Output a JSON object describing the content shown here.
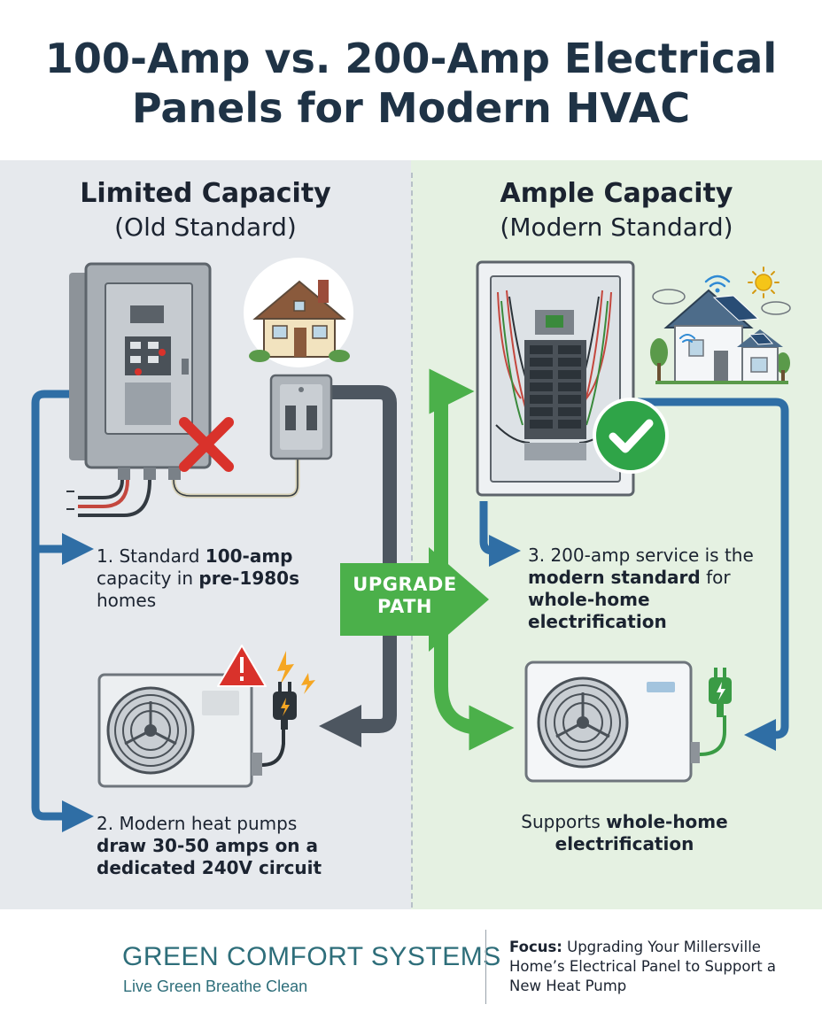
{
  "title": "100-Amp vs. 200-Amp Electrical Panels for Modern HVAC",
  "left": {
    "heading": "Limited Capacity",
    "subheading": "(Old Standard)",
    "step1": {
      "a": "1. Standard ",
      "b": "100-amp",
      "c": " capacity in ",
      "d": "pre-1980s",
      "e": " homes"
    },
    "step2": {
      "a": "2. Modern heat pumps ",
      "b": "draw 30-50 amps on a dedicated 240V circuit"
    }
  },
  "right": {
    "heading": "Ample Capacity",
    "subheading": "(Modern Standard)",
    "step3": {
      "a": "3. 200-amp service is the ",
      "b": "modern standard",
      "c": " for ",
      "d": "whole-home electrification"
    },
    "supports": {
      "a": "Supports ",
      "b": "whole-home electrification"
    }
  },
  "upgrade": {
    "line1": "UPGRADE",
    "line2": "PATH"
  },
  "footer": {
    "brand": "GREEN COMFORT SYSTEMS",
    "tagline": "Live Green Breathe Clean",
    "focus_label": "Focus:",
    "focus_text": " Upgrading Your Millersville Home’s Electrical Panel to Support a New Heat Pump"
  },
  "colors": {
    "navy": "#1f3346",
    "blue_arrow": "#2f6ea5",
    "green_arrow": "#4bb04a",
    "dark_arrow": "#4d5660",
    "red_x": "#d9322b",
    "check": "#2fa448",
    "brand": "#2e6e7a"
  },
  "icons": [
    "house-icon",
    "x-mark-icon",
    "warning-icon",
    "lightning-icon",
    "plug-icon",
    "wifi-icon",
    "sun-icon",
    "checkmark-icon",
    "fan-icon",
    "tree-icon",
    "solar-panel-icon",
    "logo-icon"
  ]
}
